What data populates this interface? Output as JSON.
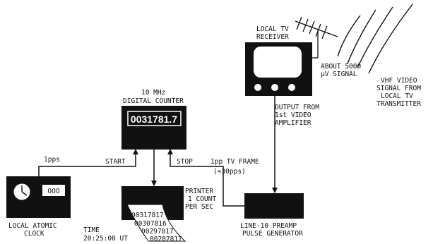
{
  "tv_receiver": {
    "label_line1": "LOCAL TV",
    "label_line2": "RECEIVER"
  },
  "signal_note": {
    "line1": "ABOUT 5000",
    "line2": "µV SIGNAL"
  },
  "transmitter": {
    "line1": "VHF VIDEO",
    "line2": "SIGNAL FROM",
    "line3": "LOCAL  TV",
    "line4": "TRANSMITTER"
  },
  "counter": {
    "label_line1": "10 MHz",
    "label_line2": "DIGITAL COUNTER",
    "display": "0031781.7"
  },
  "output_note": {
    "line1": "OUTPUT FROM",
    "line2": "1st VIDEO",
    "line3": "AMPLIFIER"
  },
  "clock": {
    "caption_line1": "LOCAL ATOMIC",
    "caption_line2": "CLOCK",
    "digits": "OOO"
  },
  "signals": {
    "pps": "1pps",
    "start": "START",
    "stop": "STOP",
    "tv_frame": "1pp TV FRAME",
    "rate": "(≈30pps)"
  },
  "printer": {
    "label_line1": "PRINTER",
    "label_line2": "1 COUNT",
    "label_line3": "PER SEC",
    "readings": [
      "00317817",
      "00307816",
      "00297817",
      "00287817"
    ]
  },
  "time_note": {
    "line1": "TIME",
    "line2": "20:25:00 UT"
  },
  "preamp": {
    "caption_line1": "LINE-10 PREAMP",
    "caption_line2": "PULSE GENERATOR"
  }
}
